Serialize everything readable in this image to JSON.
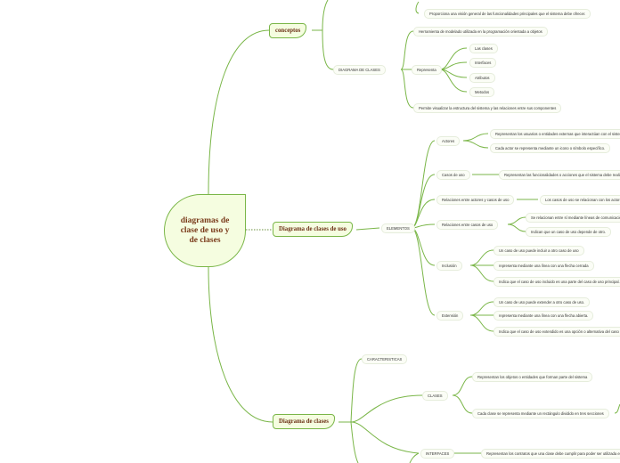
{
  "root": {
    "label": "diagramas de clase de uso y de clases"
  },
  "conceptos": {
    "label": "conceptos",
    "top_item": "Proporciona una visión general de las funcionalidades principales que el sistema debe ofrecer.",
    "diagrama_label": "DIAGRAMA DE CLASES",
    "herramienta": "Herramienta de modelado utilizada en la programación orientada a objetos",
    "representa": "Representa",
    "rep_items": [
      "Las clases",
      "Interfaces",
      "Atributos",
      "Metodos"
    ],
    "permite": "Permite visualizar la estructura del sistema y las relaciones entre sus componentes"
  },
  "uso": {
    "label": "Diagrama de clases de uso",
    "elementos": "ELEMENTOS",
    "actores": "Actores",
    "actores_items": [
      "Representan los usuarios o entidades externas que interactúan con el sistema",
      "Cada actor se representa mediante un icono o símbolo específico."
    ],
    "casos": "Casos de uso",
    "casos_item": "Representan las funcionalidades o acciones que el sistema debe realizar",
    "rel_actores": "Relaciones entre actores y casos de uso",
    "rel_actores_item": "Los casos de uso se relacionan con los actores",
    "rel_casos": "Relaciones entre casos de uso",
    "rel_casos_items": [
      "Se relacionan entre sí mediante líneas de comunicación",
      "Indican que un caso de uso depende de otro."
    ],
    "inclusion": "Inclusión",
    "inclusion_items": [
      "Un caso de uso puede incluir a otro caso de uso",
      "representa mediante una línea con una flecha cerrada",
      "Indica que el caso de uso incluido es una parte del caso de uso principal."
    ],
    "extension": "Extensión",
    "extension_items": [
      "Un caso de uso puede extender a otro caso de uso.",
      "representa mediante una línea con una flecha abierta.",
      "Indica que el caso de uso extendido es una opción o alternativa del caso de uso principal."
    ]
  },
  "clases": {
    "label": "Diagrama de clases",
    "caracteristicas": "CARACTERISTICAS",
    "clases_label": "CLASES",
    "clases_items": [
      "Representan los objetos o entidades que forman parte del sistema",
      "Cada clase se representa mediante un rectángulo dividido en tres secciones"
    ],
    "interfaces": "INTERFACES",
    "interfaces_item": "Representan los contratos que una clase debe cumplir para poder ser utilizada en el sistema"
  },
  "colors": {
    "branch": "#7ab648",
    "dotted": "#6a8f3b",
    "text_main": "#6b2f14"
  }
}
